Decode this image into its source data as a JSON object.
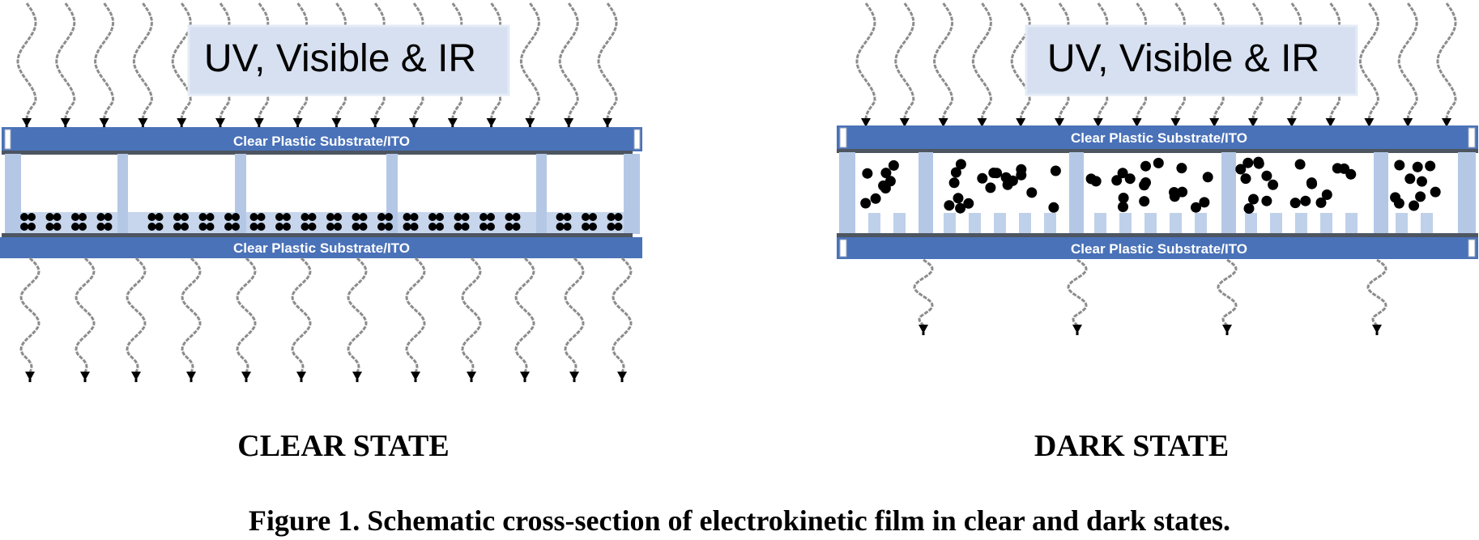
{
  "figure": {
    "caption": "Figure 1. Schematic cross-section of electrokinetic film in clear and dark states.",
    "colors": {
      "substrate": "#4a72b8",
      "electrode_line": "#4d5560",
      "pillar": "#b4c8e6",
      "label_box": "#d6e0f0",
      "label_box_border": "#e4ebf6",
      "particle": "#000000",
      "wave": "#8c8c8c",
      "arrowhead": "#000000"
    },
    "panels": [
      {
        "id": "clear",
        "state_label": "CLEAR STATE",
        "radiation_label": "UV, Visible & IR",
        "top_substrate_label": "Clear Plastic Substrate/ITO",
        "bottom_substrate_label": "Clear Plastic Substrate/ITO",
        "incoming_rays": 16,
        "transmitted_rays": 12,
        "particle_distribution": "compacted at bottom electrode"
      },
      {
        "id": "dark",
        "state_label": "DARK STATE",
        "radiation_label": "UV, Visible & IR",
        "top_substrate_label": "Clear Plastic Substrate/ITO",
        "bottom_substrate_label": "Clear Plastic Substrate/ITO",
        "incoming_rays": 16,
        "transmitted_rays": 4,
        "particle_distribution": "dispersed throughout cell"
      }
    ]
  }
}
